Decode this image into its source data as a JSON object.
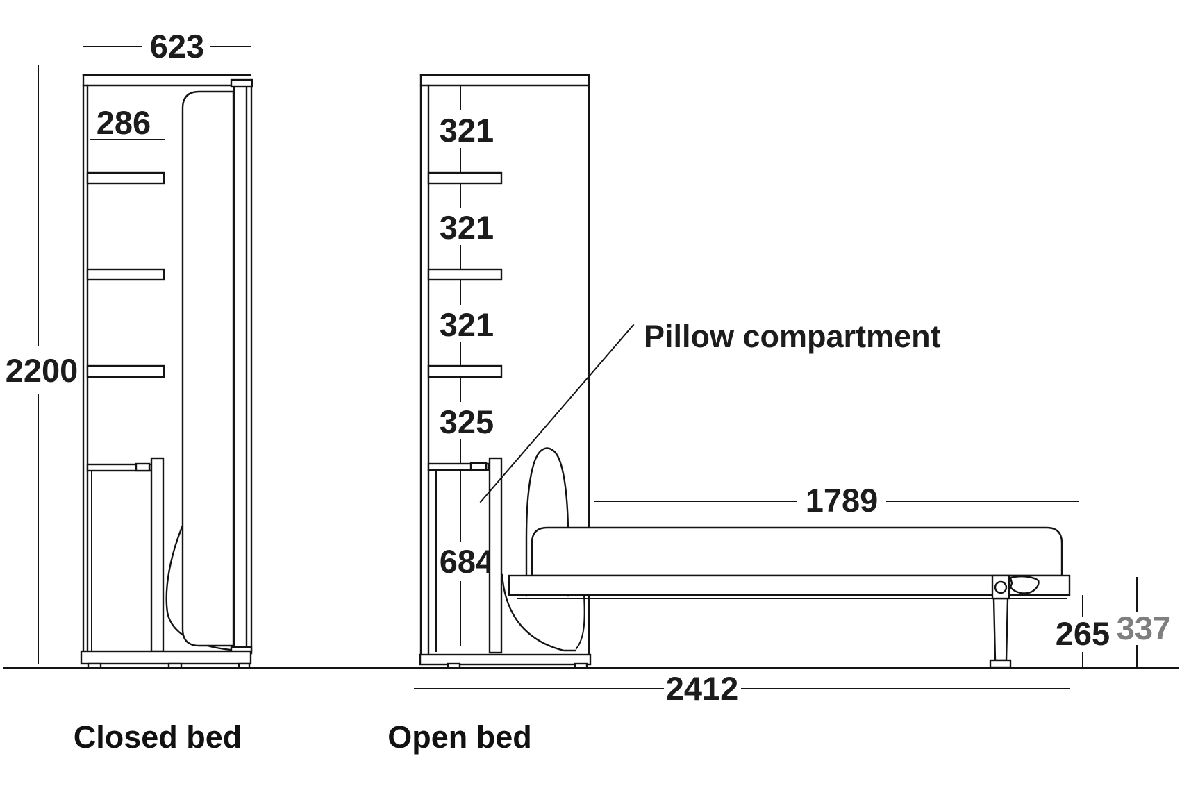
{
  "figure": {
    "kind": "wall-bed technical drawing",
    "background_color": "#ffffff",
    "line_color": "#141414",
    "text_color": "#1c1c1c",
    "muted_text_color": "#7f7f7f"
  },
  "views": {
    "closed": {
      "caption": "Closed bed",
      "dims": {
        "width": "623",
        "interior_width": "286",
        "height": "2200"
      }
    },
    "open": {
      "caption": "Open bed",
      "shelf_gaps": [
        "321",
        "321",
        "321",
        "325",
        "684"
      ],
      "mattress_length": "1789",
      "open_depth": "2412",
      "base_bottom_height": "265",
      "base_top_height": "337",
      "pillow_label": "Pillow compartment"
    }
  }
}
